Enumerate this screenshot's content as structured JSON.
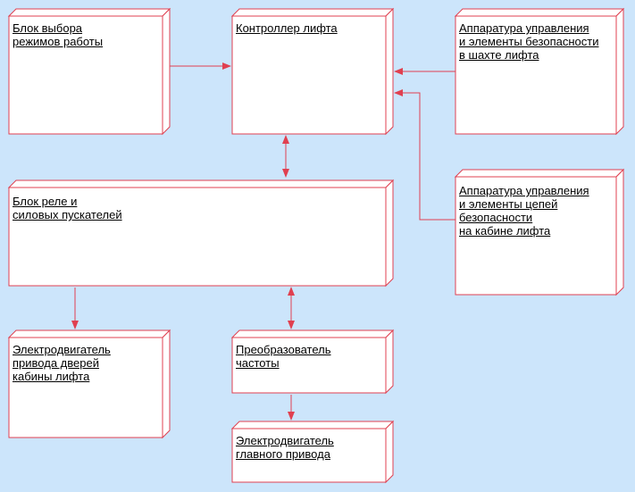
{
  "colors": {
    "background": "#cce5fb",
    "box_fill": "#ffffff",
    "box_stroke": "#e04050",
    "arrow": "#e04050"
  },
  "nodes": {
    "mode_selector": {
      "label": "Блок выбора\nрежимов работы"
    },
    "lift_controller": {
      "label": "Контроллер лифта"
    },
    "shaft_equipment": {
      "label": "Аппаратура управления\nи элементы безопасности\nв шахте лифта"
    },
    "relay_block": {
      "label": "Блок реле и\nсиловых пускателей"
    },
    "cabin_equipment": {
      "label": "Аппаратура управления\nи элементы цепей\nбезопасности\nна кабине лифта"
    },
    "door_motor": {
      "label": "Электродвигатель\nпривода дверей\nкабины лифта"
    },
    "frequency_converter": {
      "label": "Преобразователь\nчастоты"
    },
    "main_motor": {
      "label": "Электродвигатель\nглавного привода"
    }
  },
  "connections": [
    {
      "from": "mode_selector",
      "to": "lift_controller",
      "direction": "forward"
    },
    {
      "from": "shaft_equipment",
      "to": "lift_controller",
      "direction": "forward"
    },
    {
      "from": "cabin_equipment",
      "to": "lift_controller",
      "direction": "forward"
    },
    {
      "from": "lift_controller",
      "to": "relay_block",
      "direction": "both"
    },
    {
      "from": "relay_block",
      "to": "door_motor",
      "direction": "forward"
    },
    {
      "from": "relay_block",
      "to": "frequency_converter",
      "direction": "both"
    },
    {
      "from": "frequency_converter",
      "to": "main_motor",
      "direction": "forward"
    }
  ]
}
